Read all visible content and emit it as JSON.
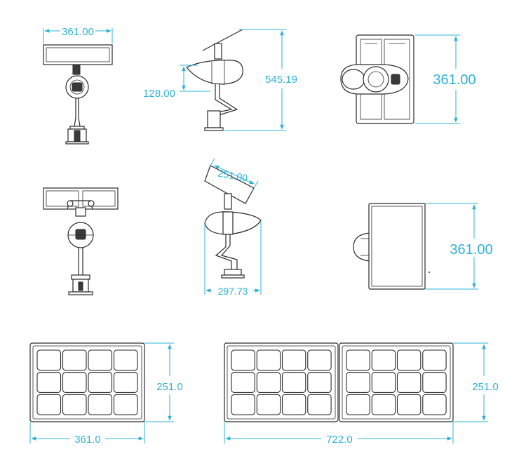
{
  "dimensions": {
    "front_panel_width": "361.00",
    "side_arm_drop": "128.00",
    "side_total_height": "545.19",
    "top_view_width": "361.00",
    "tilt_panel_depth": "251.00",
    "side2_base_width": "297.73",
    "side2_panel_width": "361.00",
    "single_panel_width": "361.0",
    "single_panel_height": "251.0",
    "double_panel_width": "722.0",
    "double_panel_height": "251.0"
  },
  "colors": {
    "dimension": "#2bb3d9",
    "outline": "#2a2a2a"
  },
  "panel_grid": {
    "rows": 3,
    "cols": 4
  }
}
